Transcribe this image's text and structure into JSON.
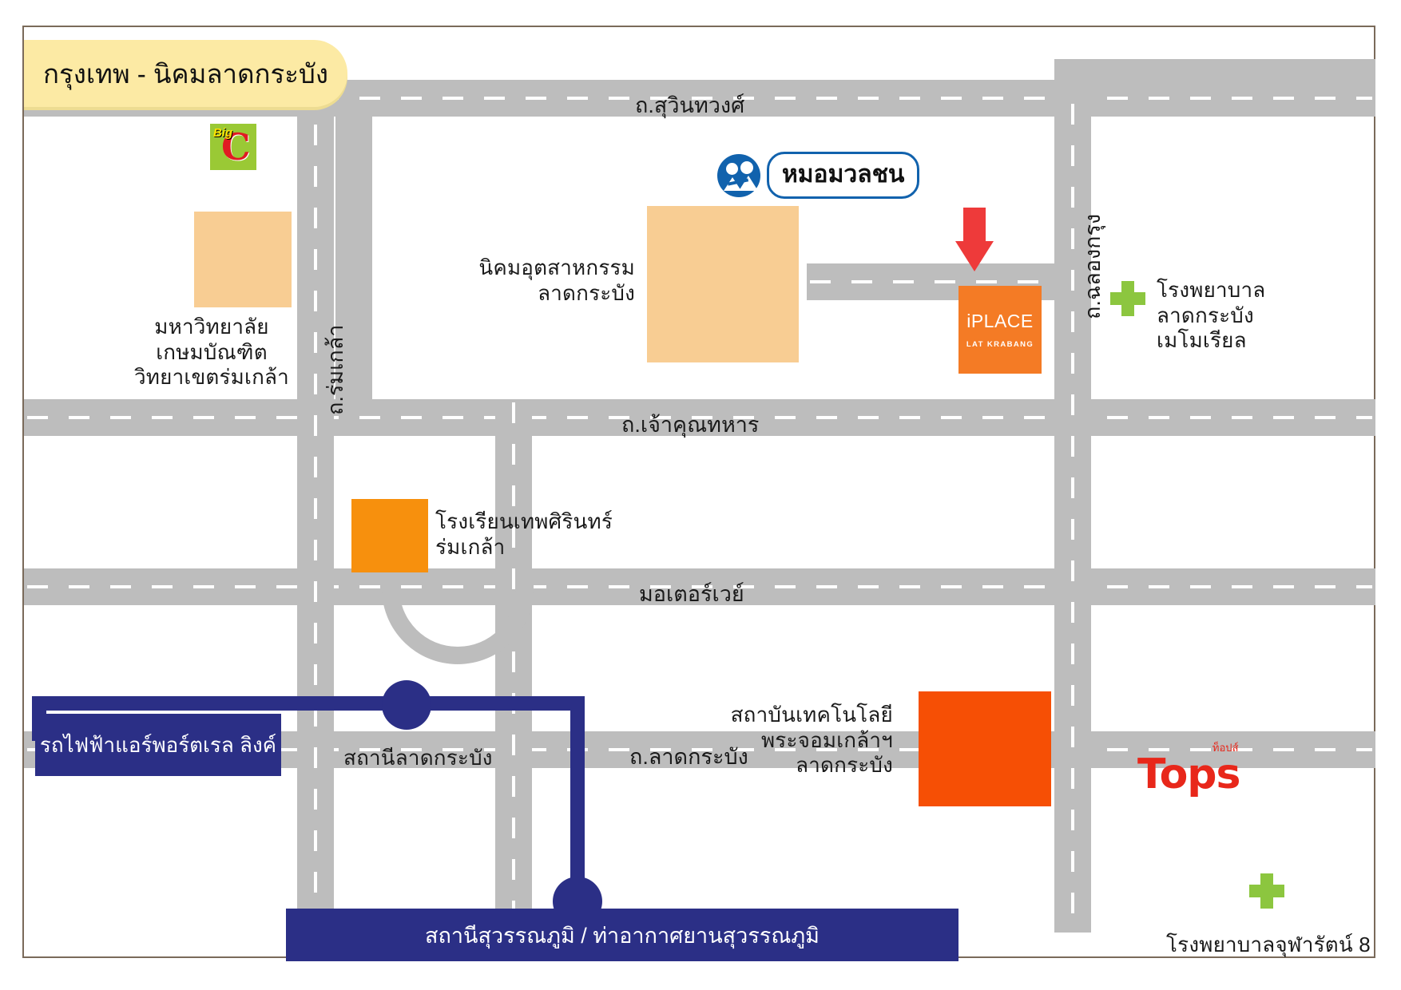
{
  "map": {
    "title": "กรุงเทพ - นิคมลาดกระบัง",
    "colors": {
      "road": "#bdbdbd",
      "banner": "#fceaa4",
      "beige_block": "#f8cd93",
      "orange_block": "#f7900d",
      "red_orange_block": "#f64f05",
      "iplace_orange": "#f47b25",
      "rail_navy": "#2b2f86",
      "arrow_red": "#ee3a3a",
      "cross_green": "#8cc63f",
      "mmc_blue": "#1162ad",
      "tops_red": "#e8271a",
      "bigc_green": "#9ac935",
      "bigc_red": "#e01b22",
      "bigc_yellow": "#ffe400"
    }
  },
  "roads": [
    {
      "name": "suwinthawong",
      "label": "ถ.สุวินทวงศ์",
      "orientation": "horizontal"
    },
    {
      "name": "chao-khun-thahan",
      "label": "ถ.เจ้าคุณทหาร",
      "orientation": "horizontal"
    },
    {
      "name": "motorway",
      "label": "มอเตอร์เวย์",
      "orientation": "horizontal"
    },
    {
      "name": "lat-krabang",
      "label": "ถ.ลาดกระบัง",
      "orientation": "horizontal"
    },
    {
      "name": "rom-klao",
      "label": "ถ.ร่มเกล้า",
      "orientation": "vertical"
    },
    {
      "name": "chalong-krung",
      "label": "ถ.ฉลองกรุง",
      "orientation": "vertical"
    }
  ],
  "places": {
    "big_c": {
      "brand": "Big",
      "mark": "C"
    },
    "university": "มหาวิทยาลัย\nเกษมบัณฑิต\nวิทยาเขตร่มเกล้า",
    "industrial_estate": "นิคมอุตสาหกรรม\nลาดกระบัง",
    "mor_muanchon": "หมอมวลชน",
    "iplace": {
      "name": "iPLACE",
      "branch": "LAT KRABANG"
    },
    "hospital_memorial": "โรงพยาบาล\nลาดกระบัง\nเมโมเรียล",
    "school": "โรงเรียนเทพศิรินทร์\nร่มเกล้า",
    "kmitl": "สถาบันเทคโนโลยี\nพระจอมเกล้าฯ\nลาดกระบัง",
    "tops": {
      "name": "Tops",
      "sub": "ท็อปส์"
    },
    "hospital_chula_rat": "โรงพยาบาลจุฬารัตน์ 8"
  },
  "transit": {
    "line_label": "รถไฟฟ้าแอร์พอร์ตเรล ลิงค์",
    "station_lat_krabang": "สถานีลาดกระบัง",
    "station_suvarnabhumi": "สถานีสุวรรณภูมิ / ท่าอากาศยานสุวรรณภูมิ"
  }
}
